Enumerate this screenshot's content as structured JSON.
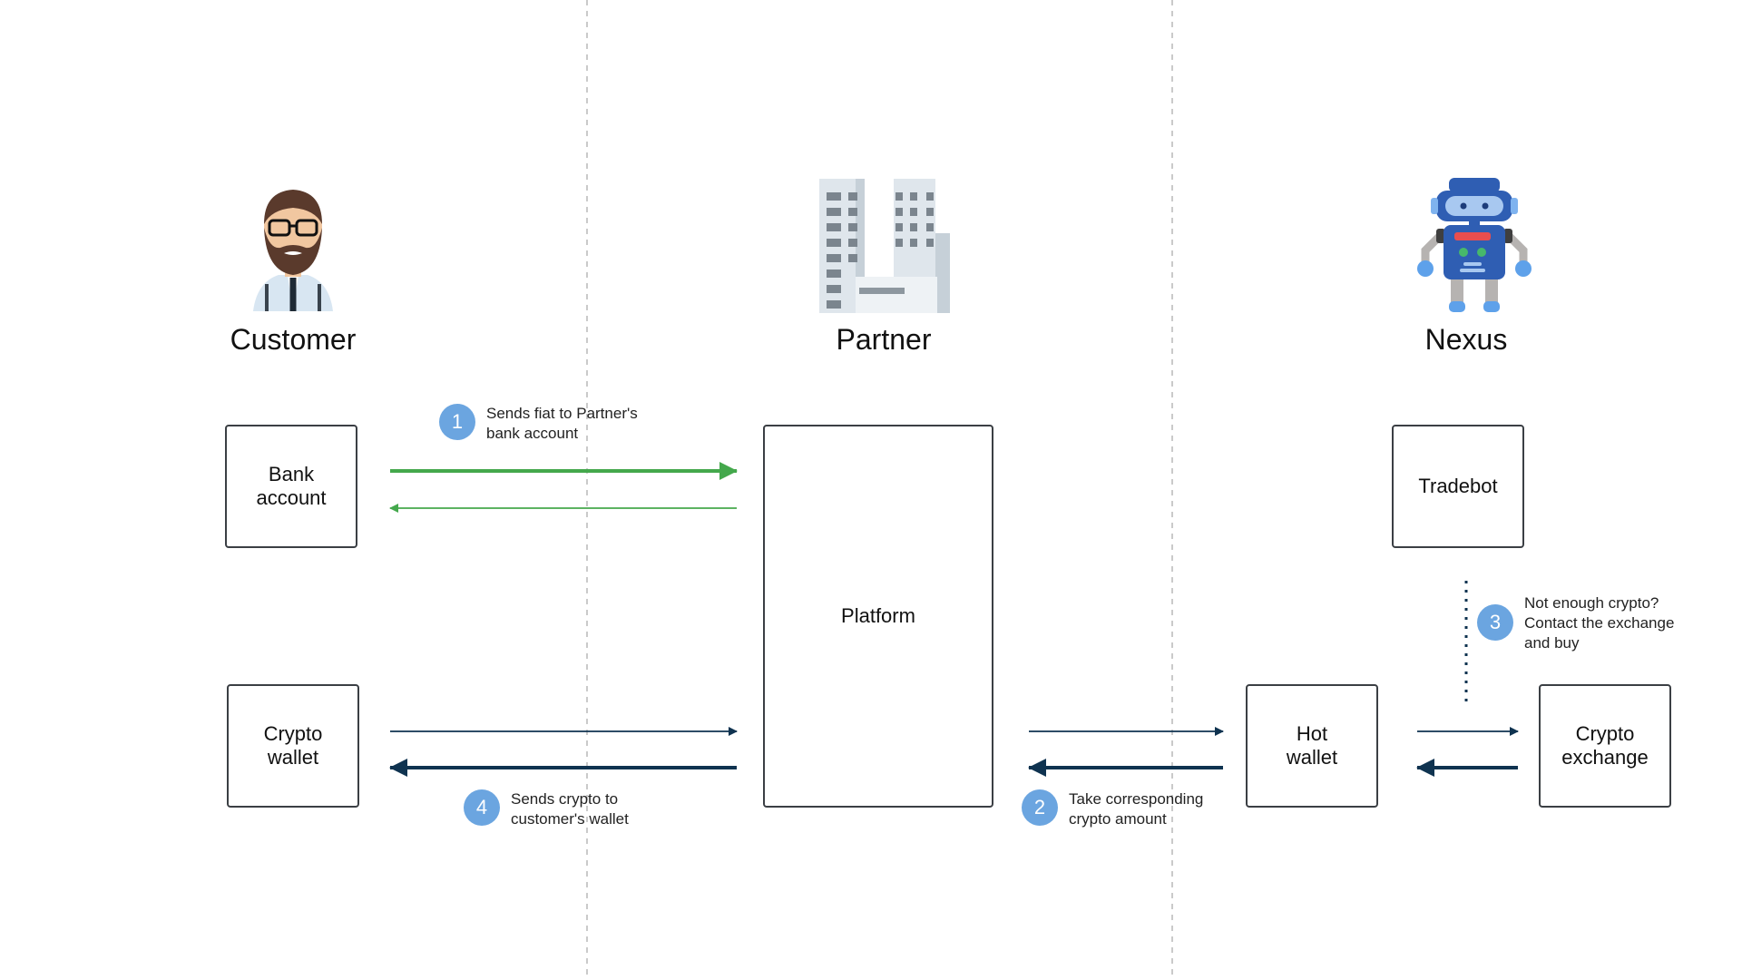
{
  "actors": [
    {
      "name": "Customer",
      "icon": "bearded-man-icon"
    },
    {
      "name": "Partner",
      "icon": "office-building-icon"
    },
    {
      "name": "Nexus",
      "icon": "robot-icon"
    }
  ],
  "boxes": {
    "bank_account": "Bank\naccount",
    "crypto_wallet": "Crypto\nwallet",
    "platform": "Platform",
    "tradebot": "Tradebot",
    "hot_wallet": "Hot\nwallet",
    "crypto_exchange": "Crypto\nexchange"
  },
  "steps": [
    {
      "number": "1",
      "text": "Sends fiat to Partner's\nbank account"
    },
    {
      "number": "2",
      "text": "Take corresponding\ncrypto amount"
    },
    {
      "number": "3",
      "text": "Not enough crypto?\nContact the exchange\nand buy"
    },
    {
      "number": "4",
      "text": "Sends crypto to\ncustomer's wallet"
    }
  ],
  "colors": {
    "fiat_arrow": "#44a84c",
    "crypto_arrow": "#0f3350",
    "badge": "#6ba5e0",
    "divider": "#b9b9b9",
    "box_border": "#3b3f44"
  }
}
